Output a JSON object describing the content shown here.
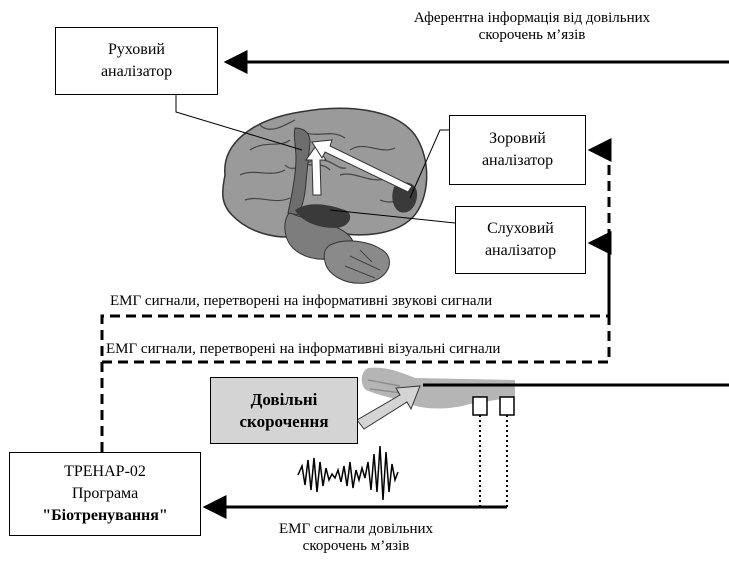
{
  "afferent_label": [
    "Аферентна інформація від довільних",
    "скорочень м’язів"
  ],
  "motor_analyzer": [
    "Руховий",
    "аналізатор"
  ],
  "visual_analyzer": [
    "Зоровий",
    "аналізатор"
  ],
  "auditory_analyzer": [
    "Слуховий",
    "аналізатор"
  ],
  "emg_sound_label": "ЕМГ сигнали, перетворені на інформативні звукові сигнали",
  "emg_visual_label": "ЕМГ сигнали, перетворені на інформативні візуальні сигнали",
  "voluntary_contractions": [
    "Довільні",
    "скорочення"
  ],
  "trenar": {
    "line1": "ТРЕНАР-02",
    "line2": "Програма",
    "line3": "\"Біотренування\""
  },
  "emg_bottom_label": [
    "ЕМГ сигнали довільних",
    "скорочень м’язів"
  ],
  "colors": {
    "brain": "#9a9a9a",
    "brain_dark": "#3a3a3a",
    "cortex_highlight": "#6e6e6e",
    "hand": "#b5b5b5",
    "contraction_box": "#d4d4d4"
  }
}
